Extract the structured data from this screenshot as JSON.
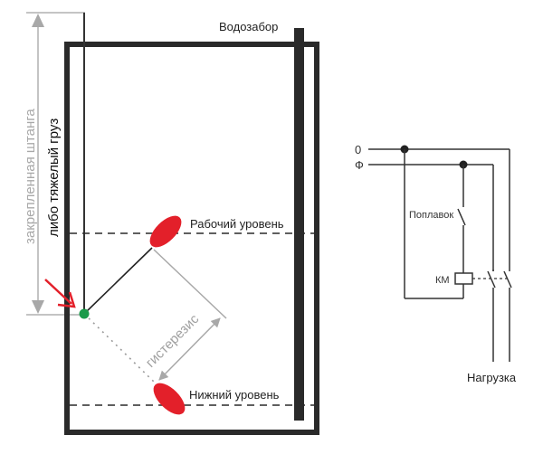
{
  "diagram": {
    "tank": {
      "intake_label": "Водозабор",
      "working_level_label": "Рабочий уровень",
      "lower_level_label": "Нижний уровень",
      "hysteresis_label": "гистерезис",
      "fixed_rod_label": "закрепленная штанга",
      "heavy_weight_label": "либо тяжелый груз"
    },
    "circuit": {
      "neutral_label": "0",
      "phase_label": "Ф",
      "float_switch_label": "Поплавок",
      "contactor_label": "КМ",
      "load_label": "Нагрузка"
    },
    "colors": {
      "float": "#e3202a",
      "pivot": "#1a9a4a",
      "arrow": "#e3202a",
      "outline": "#2a2a2a",
      "dimension": "#a8a8a8"
    }
  }
}
